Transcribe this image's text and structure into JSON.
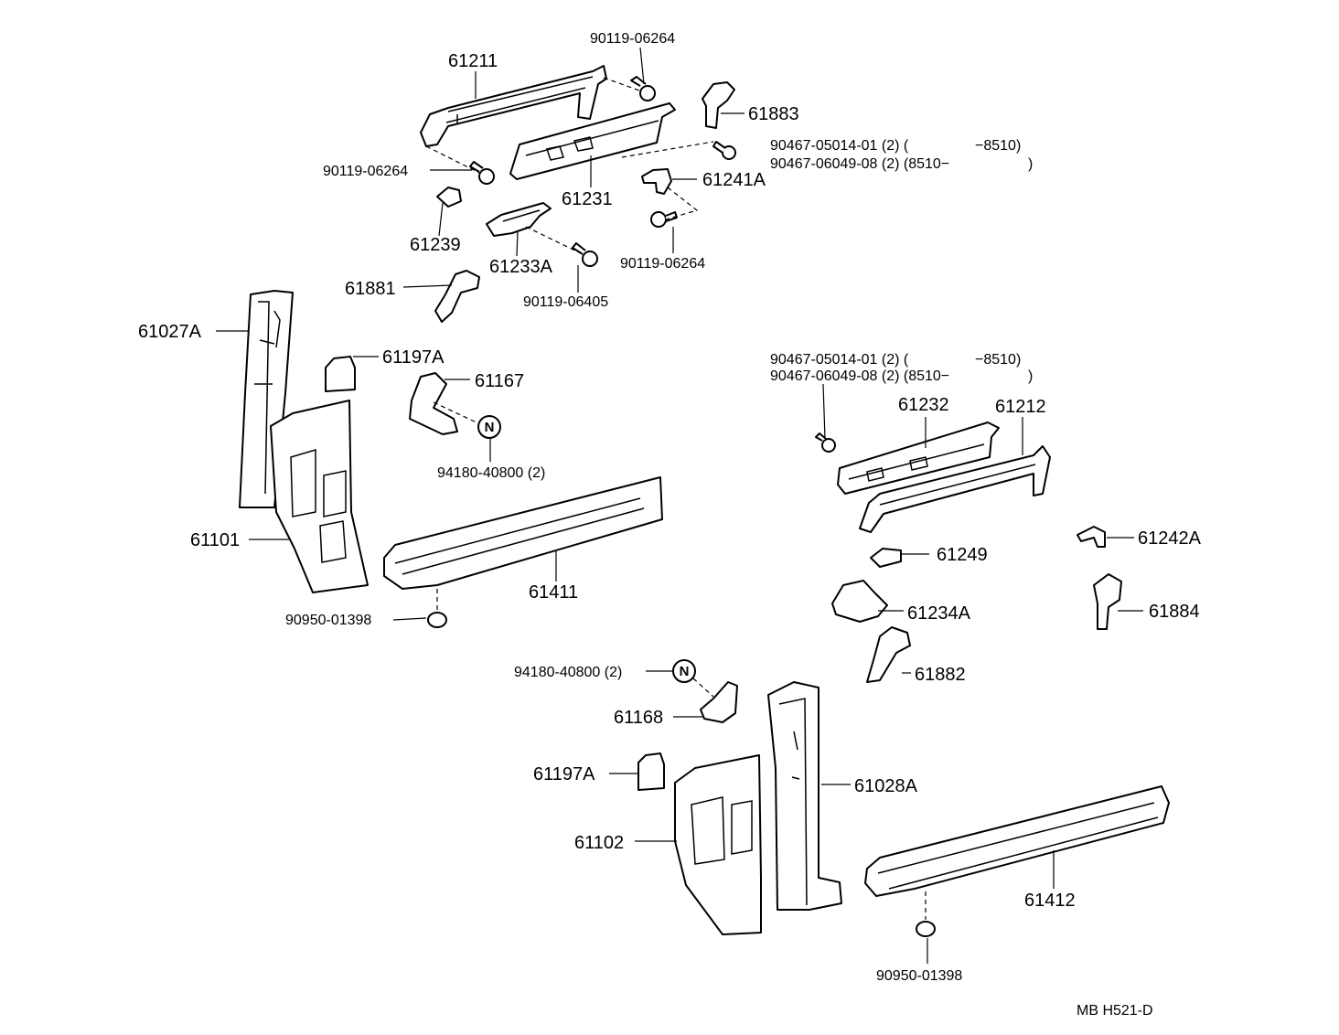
{
  "labels": {
    "p61211": "61211",
    "b1": "90119-06264",
    "p61883": "61883",
    "s1a": "90467-05014-01 (2) (",
    "s1a_r": "−8510)",
    "s1b": "90467-06049-08 (2) (8510−",
    "s1b_r": ")",
    "b2": "90119-06264",
    "p61231": "61231",
    "p61241A": "61241A",
    "p61239": "61239",
    "p61233A": "61233A",
    "b3": "90119-06264",
    "p61881": "61881",
    "b4": "90119-06405",
    "p61027A": "61027A",
    "p61197A_1": "61197A",
    "p61167": "61167",
    "n1": "94180-40800 (2)",
    "p61101": "61101",
    "p61411": "61411",
    "g1": "90950-01398",
    "s2a": "90467-05014-01 (2) (",
    "s2a_r": "−8510)",
    "s2b": "90467-06049-08 (2) (8510−",
    "s2b_r": ")",
    "p61232": "61232",
    "p61212": "61212",
    "p61249": "61249",
    "p61242A": "61242A",
    "p61234A": "61234A",
    "p61884": "61884",
    "p61882": "61882",
    "n2": "94180-40800 (2)",
    "p61168": "61168",
    "p61197A_2": "61197A",
    "p61028A": "61028A",
    "p61102": "61102",
    "p61412": "61412",
    "g2": "90950-01398",
    "code": "MB  H521-D",
    "nut_letter": "N"
  }
}
